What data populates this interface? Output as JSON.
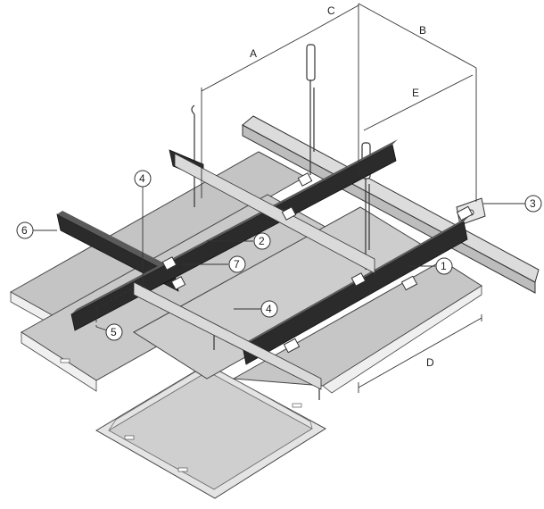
{
  "dimension_labels": {
    "a": "A",
    "b": "B",
    "c": "C",
    "d": "D",
    "e": "E"
  },
  "callouts": [
    "1",
    "2",
    "3",
    "4",
    "4",
    "5",
    "6",
    "7"
  ],
  "colors": {
    "panel": "#c9c9c9",
    "panel_light": "#e2e2e2",
    "panel_edge": "#555555",
    "beam_dark": "#2b2b2b",
    "beam_top": "#5a5a5a",
    "beam_light": "#d7d7d7",
    "line": "#333333"
  }
}
